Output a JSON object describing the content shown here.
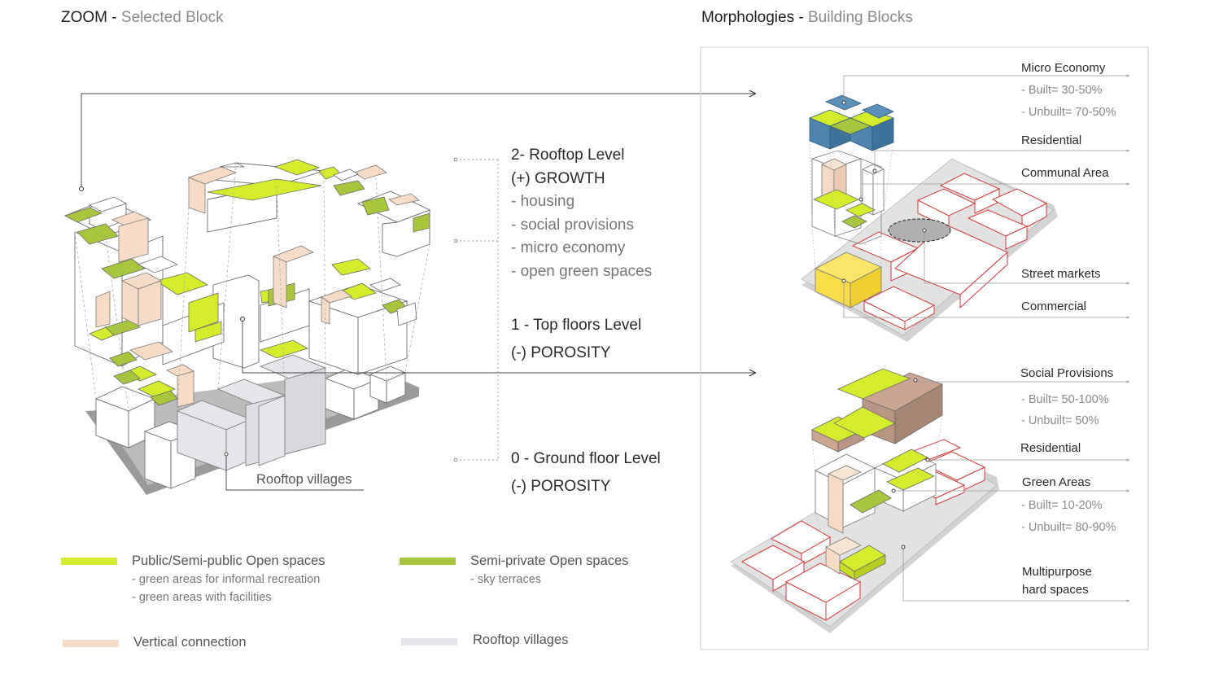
{
  "zoom": {
    "title": "ZOOM",
    "subtitle": "Selected Block",
    "callout": "Rooftop villages"
  },
  "morph": {
    "title": "Morphologies",
    "subtitle": "Building Blocks"
  },
  "levels": [
    {
      "title": "2- Rooftop Level",
      "lines": [
        "(+) GROWTH"
      ],
      "items": [
        "- housing",
        "- social provisions",
        "- micro economy",
        "- open green spaces"
      ]
    },
    {
      "title": "1 - Top floors Level",
      "lines": [
        "(-) POROSITY"
      ],
      "items": []
    },
    {
      "title": "0 - Ground floor Level",
      "lines": [
        "(-) POROSITY"
      ],
      "items": []
    }
  ],
  "top_panel": {
    "labels": [
      "Micro Economy",
      "Residential",
      "Communal Area",
      "Street markets",
      "Commercial"
    ],
    "micro_stats": [
      "- Built= 30-50%",
      "- Unbuilt= 70-50%"
    ]
  },
  "bottom_panel": {
    "labels": [
      "Social Provisions",
      "Residential",
      "Green Areas"
    ],
    "multipurpose": [
      "Multipurpose",
      "hard spaces"
    ],
    "social_stats": [
      "- Built= 50-100%",
      "- Unbuilt= 50%"
    ],
    "green_stats": [
      "- Built= 10-20%",
      "- Unbuilt= 80-90%"
    ]
  },
  "legend": [
    {
      "label": "Public/Semi-public Open spaces",
      "notes": [
        "- green areas for informal recreation",
        "- green areas with facilities"
      ],
      "color": "#d4ec2c"
    },
    {
      "label": "Semi-private Open spaces",
      "notes": [
        "- sky terraces"
      ],
      "color": "#a8c63c"
    },
    {
      "label": "Vertical connection",
      "notes": [],
      "color": "#f6dcc6"
    },
    {
      "label": "Rooftop villages",
      "notes": [],
      "color": "#e6e6ea"
    }
  ],
  "colors": {
    "public_green": "#d4ec2c",
    "semi_green": "#a8c63c",
    "vertical": "#f6dcc6",
    "rooftop": "#e6e6ea",
    "blue": "#4f84ad",
    "yellow": "#f8dc4a",
    "brown": "#c9a592",
    "red_outline": "#d63a3a",
    "base": "#9a9a9a"
  }
}
